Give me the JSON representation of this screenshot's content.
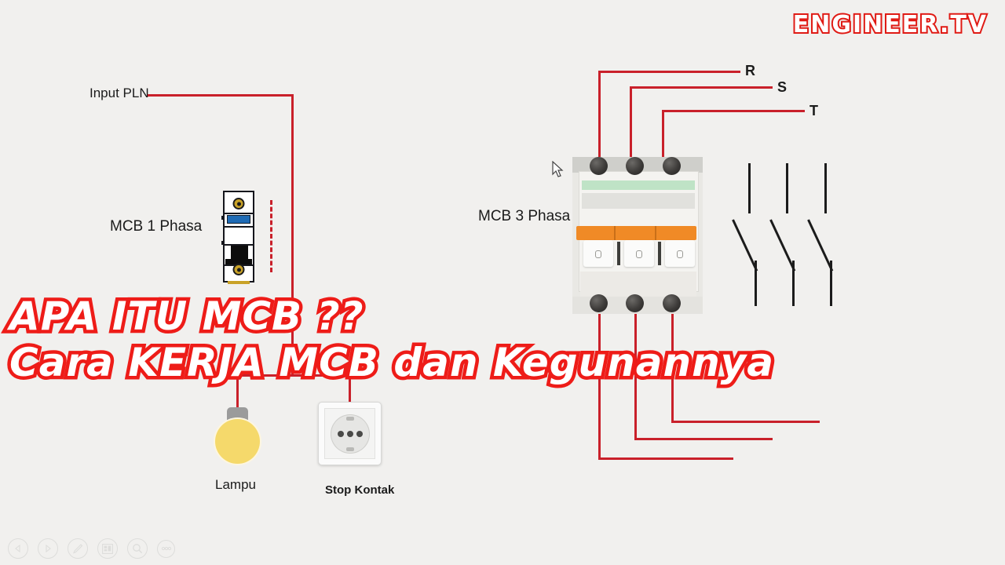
{
  "brand": {
    "name": "ENGINEER.TV"
  },
  "title": {
    "line1": "APA ITU MCB ??",
    "line2": "Cara KERJA MCB dan Kegunannya"
  },
  "diagram": {
    "input_label": "Input PLN",
    "mcb1_label": "MCB 1 Phasa",
    "mcb3_label": "MCB 3 Phasa",
    "lamp_label": "Lampu",
    "socket_label": "Stop Kontak",
    "phase_labels": {
      "r": "R",
      "s": "S",
      "t": "T"
    },
    "switch_marks": {
      "pole1": "0",
      "pole2": "0",
      "pole3": "0"
    },
    "colors": {
      "wire": "#c9202a",
      "title_outline": "#ee1c18",
      "brand": "#e01b15",
      "mcb1_band": "#1f6bb5",
      "mcb3_toggle": "#f08a26",
      "lamp": "#f5d96b",
      "background": "#f1f0ee"
    }
  },
  "toolbar": {
    "buttons": [
      {
        "name": "previous-slide-button",
        "icon": "play-left-icon"
      },
      {
        "name": "next-slide-button",
        "icon": "play-right-icon"
      },
      {
        "name": "pen-tool-button",
        "icon": "pen-icon"
      },
      {
        "name": "slide-grid-button",
        "icon": "grid-icon"
      },
      {
        "name": "zoom-button",
        "icon": "magnifier-icon"
      },
      {
        "name": "more-options-button",
        "icon": "ellipsis-icon"
      }
    ]
  }
}
